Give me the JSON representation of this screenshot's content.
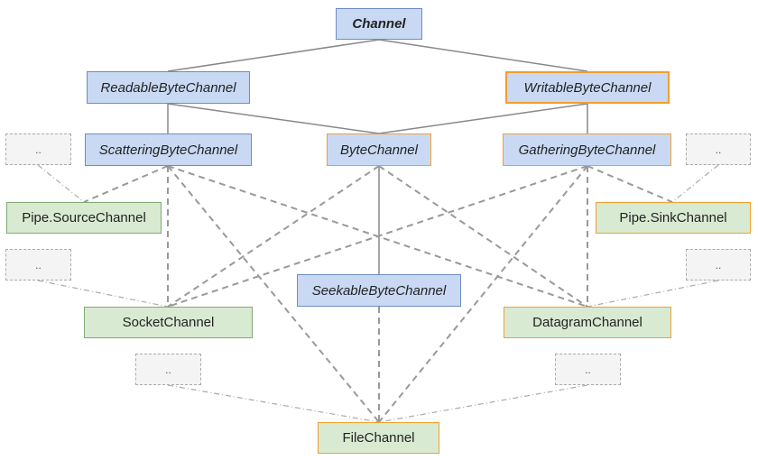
{
  "nodes": {
    "channel": "Channel",
    "readable": "ReadableByteChannel",
    "writable": "WritableByteChannel",
    "scattering": "ScatteringByteChannel",
    "byte": "ByteChannel",
    "gathering": "GatheringByteChannel",
    "seekable": "SeekableByteChannel",
    "pipe_source": "Pipe.SourceChannel",
    "pipe_sink": "Pipe.SinkChannel",
    "socket": "SocketChannel",
    "datagram": "DatagramChannel",
    "file": "FileChannel"
  },
  "ellipsis": ".."
}
